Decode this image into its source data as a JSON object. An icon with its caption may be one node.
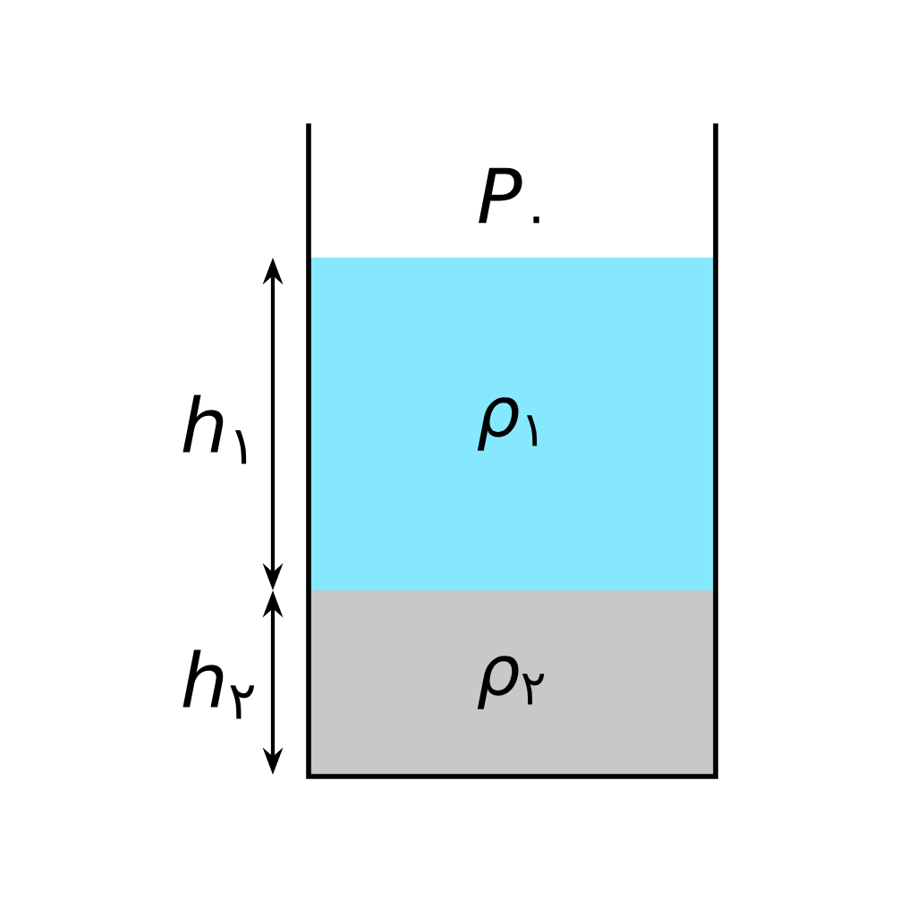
{
  "diagram": {
    "nodes": [
      {
        "text": [
          "*ρ*$_{۱}$"
        ]
      },
      {
        "text": [
          "*ρ*$_{۲}$"
        ]
      }
    ],
    "labels": [
      "*P*$_{۰}$",
      "*h*$_{۱}$",
      "*h*$_{۲}$"
    ]
  }
}
